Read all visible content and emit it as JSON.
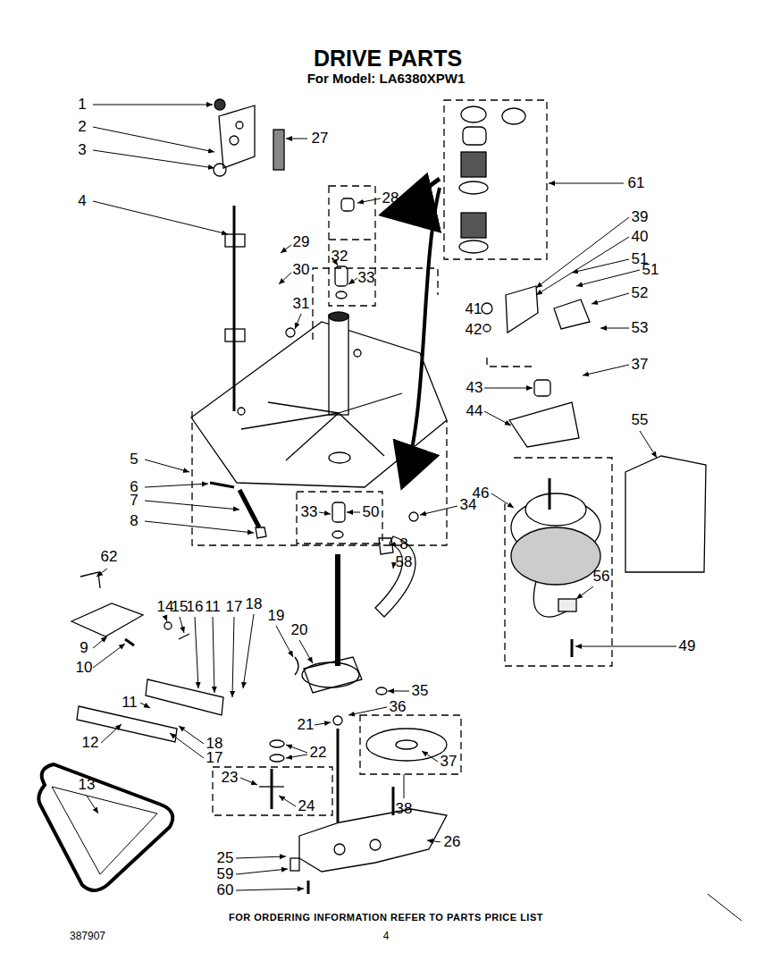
{
  "diagram": {
    "title": "DRIVE PARTS",
    "caption": "FOR ORDERING INFORMATION REFER TO PARTS PRICE LIST",
    "labels": [
      "For Model: LA6380XPW1",
      "1",
      "2",
      "3",
      "4",
      "27",
      "28",
      "29",
      "30",
      "31",
      "32",
      "33",
      "61",
      "39",
      "40",
      "51",
      "52",
      "41",
      "42",
      "53",
      "37",
      "43",
      "44",
      "55",
      "5",
      "46",
      "6",
      "7",
      "8",
      "33",
      "50",
      "34",
      "8",
      "58",
      "56",
      "62",
      "14",
      "15",
      "16",
      "11",
      "17",
      "18",
      "19",
      "20",
      "49",
      "35",
      "9",
      "10",
      "21",
      "36",
      "11",
      "22",
      "37",
      "12",
      "23",
      "18",
      "17",
      "24",
      "38",
      "13",
      "26",
      "25",
      "59",
      "60",
      "51",
      "387907",
      "4"
    ]
  }
}
